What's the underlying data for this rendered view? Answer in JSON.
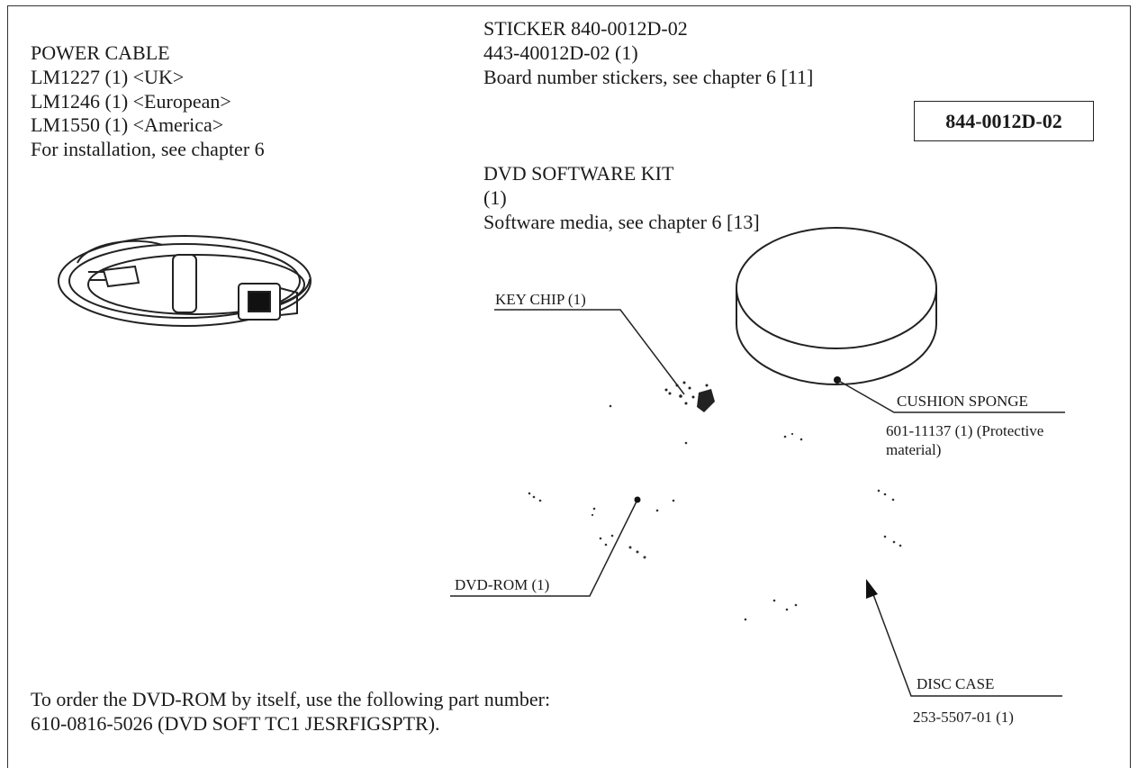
{
  "power_cable": {
    "title": "POWER CABLE",
    "lines": [
      "LM1227 (1) <UK>",
      "LM1246 (1) <European>",
      "LM1550 (1) <America>",
      "For installation, see chapter 6"
    ],
    "icon": "power-cable-icon"
  },
  "sticker": {
    "title": "STICKER 840-0012D-02",
    "part": "443-40012D-02 (1)",
    "note": "Board number stickers, see chapter 6 [11]",
    "board_number": "844-0012D-02"
  },
  "dvd_kit": {
    "title": "DVD SOFTWARE KIT",
    "qty": "(1)",
    "note": "Software media, see chapter 6 [13]"
  },
  "callouts": {
    "key_chip": "KEY CHIP (1)",
    "cushion_title": "CUSHION SPONGE",
    "cushion_part_1": "601-11137 (1) (Protective",
    "cushion_part_2": "material)",
    "dvd_rom": "DVD-ROM (1)",
    "disc_case": "DISC CASE",
    "disc_case_part": "253-5507-01 (1)"
  },
  "footer": {
    "line1": "To order the DVD-ROM by itself, use the following part number:",
    "line2": "610-0816-5026 (DVD SOFT TC1 JESRFIGSPTR)."
  }
}
